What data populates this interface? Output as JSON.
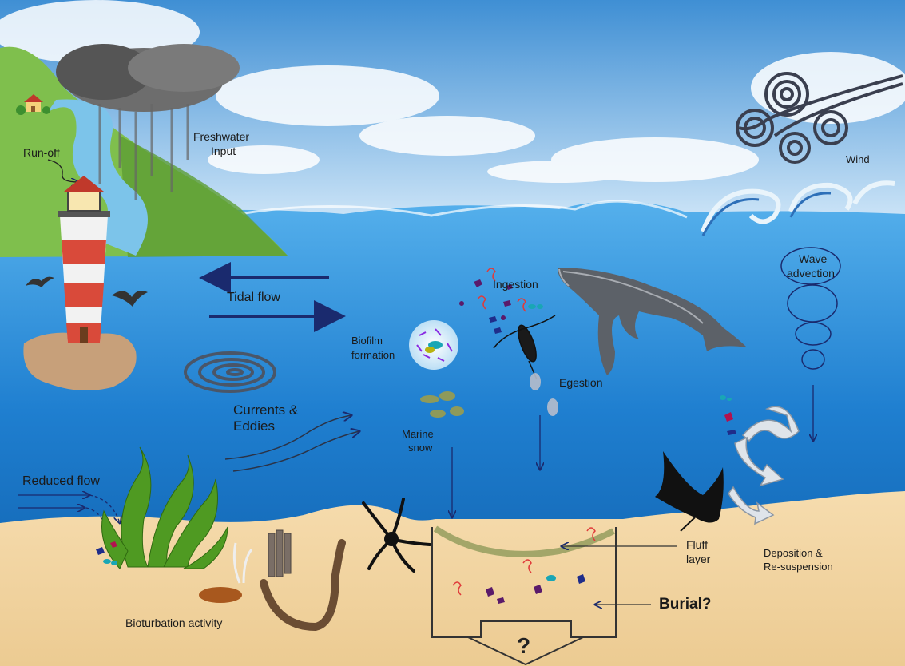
{
  "labels": {
    "run_off": "Run-off",
    "freshwater_line1": "Freshwater",
    "freshwater_line2": "Input",
    "wind": "Wind",
    "tidal_flow": "Tidal flow",
    "ingestion": "Ingestion",
    "wave_line1": "Wave",
    "wave_line2": "advection",
    "biofilm_line1": "Biofilm",
    "biofilm_line2": "formation",
    "egestion": "Egestion",
    "currents_line1": "Currents &",
    "currents_line2": "Eddies",
    "marine_line1": "Marine",
    "marine_line2": "snow",
    "reduced_flow": "Reduced flow",
    "fluff_line1": "Fluff",
    "fluff_line2": "layer",
    "deposition_line1": "Deposition  &",
    "deposition_line2": "Re-suspension",
    "burial": "Burial?",
    "bioturbation": "Bioturbation activity",
    "question_mark": "?"
  },
  "colors": {
    "sky_top": "#3f8fd4",
    "sky_bottom": "#cfe6f8",
    "water_top": "#4aa6e6",
    "water_bottom": "#0b5aa8",
    "sand": "#f1d2a0",
    "hill": "#7fbf4d",
    "arrow_dark": "#1a2a6e"
  },
  "icons": [
    "cloud-icon",
    "house-icon",
    "lighthouse-icon",
    "bird-icon",
    "wind-swirl-icon",
    "wave-icon",
    "whale-icon",
    "copepod-icon",
    "manta-ray-icon",
    "brittle-star-icon",
    "seaweed-icon",
    "sea-cucumber-icon",
    "clam-icon",
    "tube-worm-icon",
    "spiral-eddy-icon"
  ]
}
